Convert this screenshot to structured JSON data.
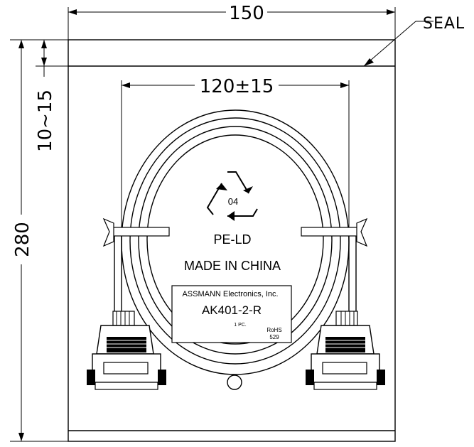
{
  "dimensions": {
    "width": "150",
    "height": "280",
    "seal_gap": "10~15",
    "coil_width": "120±15"
  },
  "callout": {
    "seal": "SEAL"
  },
  "label": {
    "recycle_code": "04",
    "material": "PE-LD",
    "origin": "MADE IN CHINA"
  },
  "sticker": {
    "company": "ASSMANN Electronics, Inc.",
    "part_number": "AK401-2-R",
    "quantity": "1 PC.",
    "rohs": "RoHS",
    "rohs_code": "529"
  }
}
